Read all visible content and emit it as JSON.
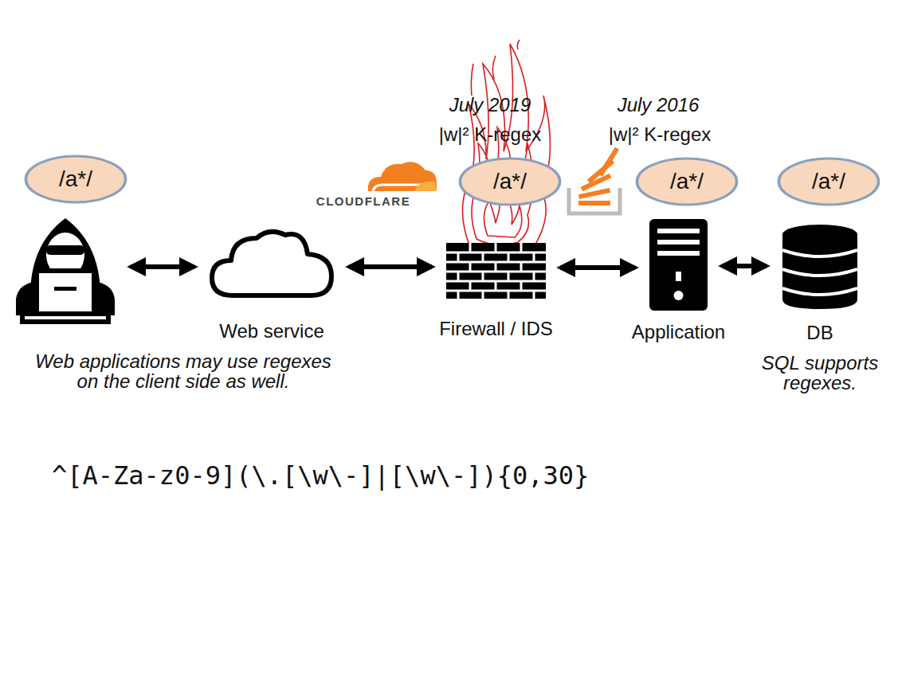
{
  "diagram": {
    "nodes": [
      {
        "text": [
          "/a*/"
        ]
      },
      {
        "text": [
          "Web applications may use regexes on the client side as well."
        ]
      },
      {
        "text": [
          "Web service"
        ]
      },
      {
        "text": [
          "/a*/"
        ]
      },
      {
        "text": [
          "Firewall / IDS"
        ]
      },
      {
        "text": [
          "/a*/"
        ]
      },
      {
        "text": [
          "Application"
        ]
      },
      {
        "text": [
          "/a*/"
        ]
      },
      {
        "text": [
          "DB",
          "SQL supports regexes."
        ]
      }
    ],
    "edges": [
      {
        "from": 1,
        "to": 2,
        "arrow": "both"
      },
      {
        "from": 2,
        "to": 4,
        "arrow": "both"
      },
      {
        "from": 4,
        "to": 6,
        "arrow": "both"
      },
      {
        "from": 6,
        "to": 8,
        "arrow": "both"
      }
    ],
    "labels": [
      "July 2019",
      "|w|² K-regex",
      "CLOUDFLARE",
      "July 2016",
      "|w|² K-regex",
      "^[A-Za-z0-9](\\.[\\w\\-]|[\\w\\-]){0,30}"
    ]
  }
}
